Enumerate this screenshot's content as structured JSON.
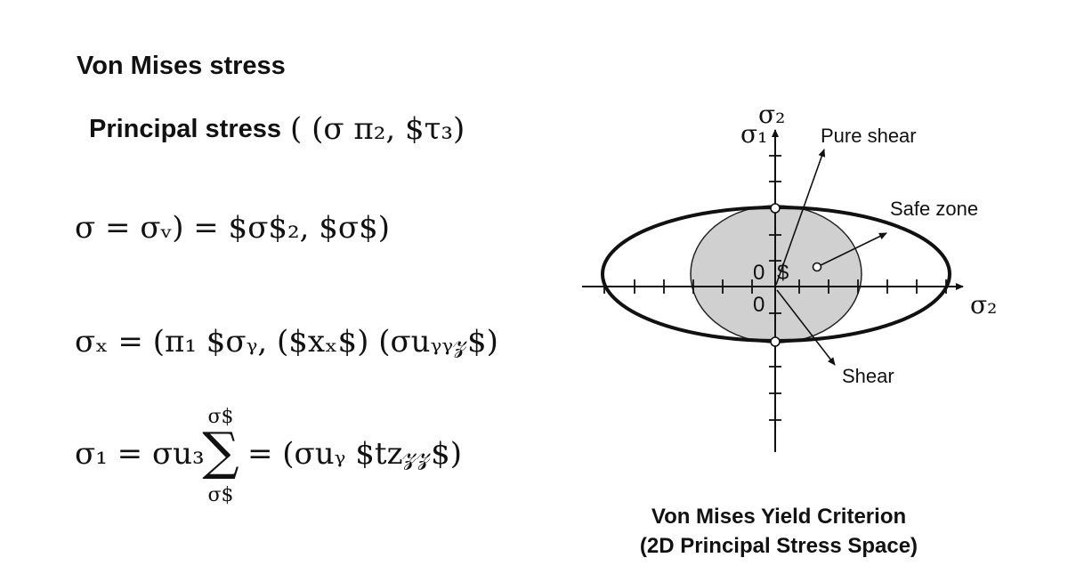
{
  "formulas": {
    "heading": "Von Mises stress",
    "principal_label": "Principal stress",
    "principal_math": "( (σ π₂, $τ₃)",
    "eq1": "σ = σᵥ) = $σ$₂, $σ$)",
    "eq2": "σₓ = (π₁ $σᵧ, ($xₓ$) (σuᵧᵧ𝓏$)",
    "eq3_left": "σ₁ = σu₃",
    "eq3_sum_upper": "σ$",
    "eq3_sum_symbol": "∑",
    "eq3_sum_lower": "σ$",
    "eq3_right": "= (σuᵧ $tz𝓏𝓏$)"
  },
  "diagram": {
    "axis_labels": {
      "y_top": "σ₂",
      "y_side": "σ₁",
      "x_right": "σ₂"
    },
    "origin_labels": {
      "upper": "0",
      "dollar": "$",
      "lower": "0"
    },
    "annotations": {
      "pure_shear": "Pure shear",
      "safe_zone": "Safe zone",
      "shear": "Shear"
    },
    "colors": {
      "ellipse_stroke": "#111111",
      "safe_zone_fill": "#d0d0d0",
      "axis": "#111111"
    },
    "caption_line1": "Von Mises Yield Criterion",
    "caption_line2": "(2D Principal Stress Space)"
  }
}
